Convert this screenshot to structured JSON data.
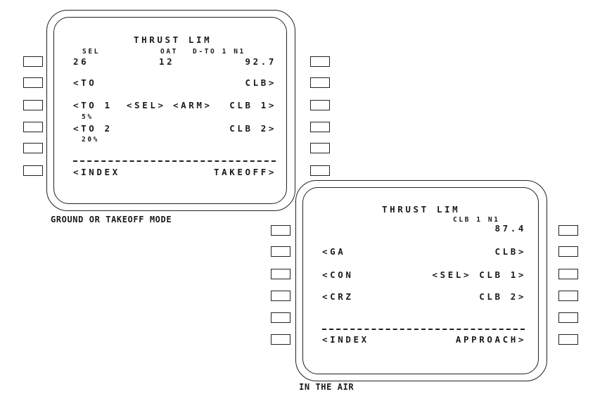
{
  "ground": {
    "caption": "GROUND OR TAKEOFF MODE",
    "title": "THRUST LIM",
    "sel_label": "SEL",
    "oat_label": "OAT",
    "mode_label": "D-TO 1 N1",
    "sel_value": "26",
    "oat_value": "12",
    "n1_value": "92.7",
    "to": "<TO",
    "clb": "CLB>",
    "to1": "<TO 1",
    "sel": "<SEL>",
    "arm": "<ARM>",
    "clb1": "CLB 1>",
    "to1_pct": "5%",
    "to2": "<TO 2",
    "clb2": "CLB 2>",
    "to2_pct": "20%",
    "index": "<INDEX",
    "takeoff": "TAKEOFF>"
  },
  "air": {
    "caption": "IN THE AIR",
    "title": "THRUST LIM",
    "mode_label": "CLB 1 N1",
    "n1_value": "87.4",
    "ga": "<GA",
    "clb": "CLB>",
    "con": "<CON",
    "sel_clb1": "<SEL> CLB 1>",
    "crz": "<CRZ",
    "clb2": "CLB 2>",
    "index": "<INDEX",
    "approach": "APPROACH>"
  }
}
